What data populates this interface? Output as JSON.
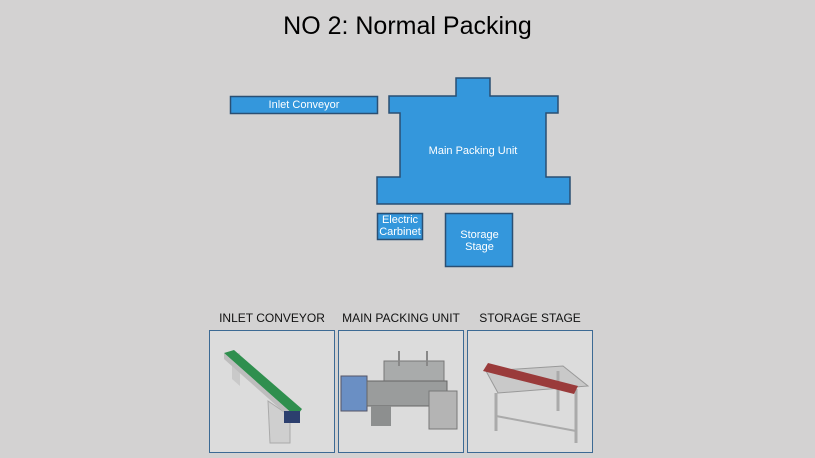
{
  "title": "NO 2: Normal Packing",
  "layout": {
    "inlet_conveyor": "Inlet Conveyor",
    "main_packing_unit": "Main Packing Unit",
    "electric_cabinet": [
      "Electric",
      "Carbinet"
    ],
    "storage_stage": [
      "Storage",
      "Stage"
    ]
  },
  "photos": [
    {
      "caption": "INLET CONVEYOR"
    },
    {
      "caption": "MAIN PACKING UNIT"
    },
    {
      "caption": "STORAGE STAGE"
    }
  ],
  "colors": {
    "block": "#3497dc",
    "block_border": "#2a4f73",
    "background": "#d3d2d2"
  }
}
